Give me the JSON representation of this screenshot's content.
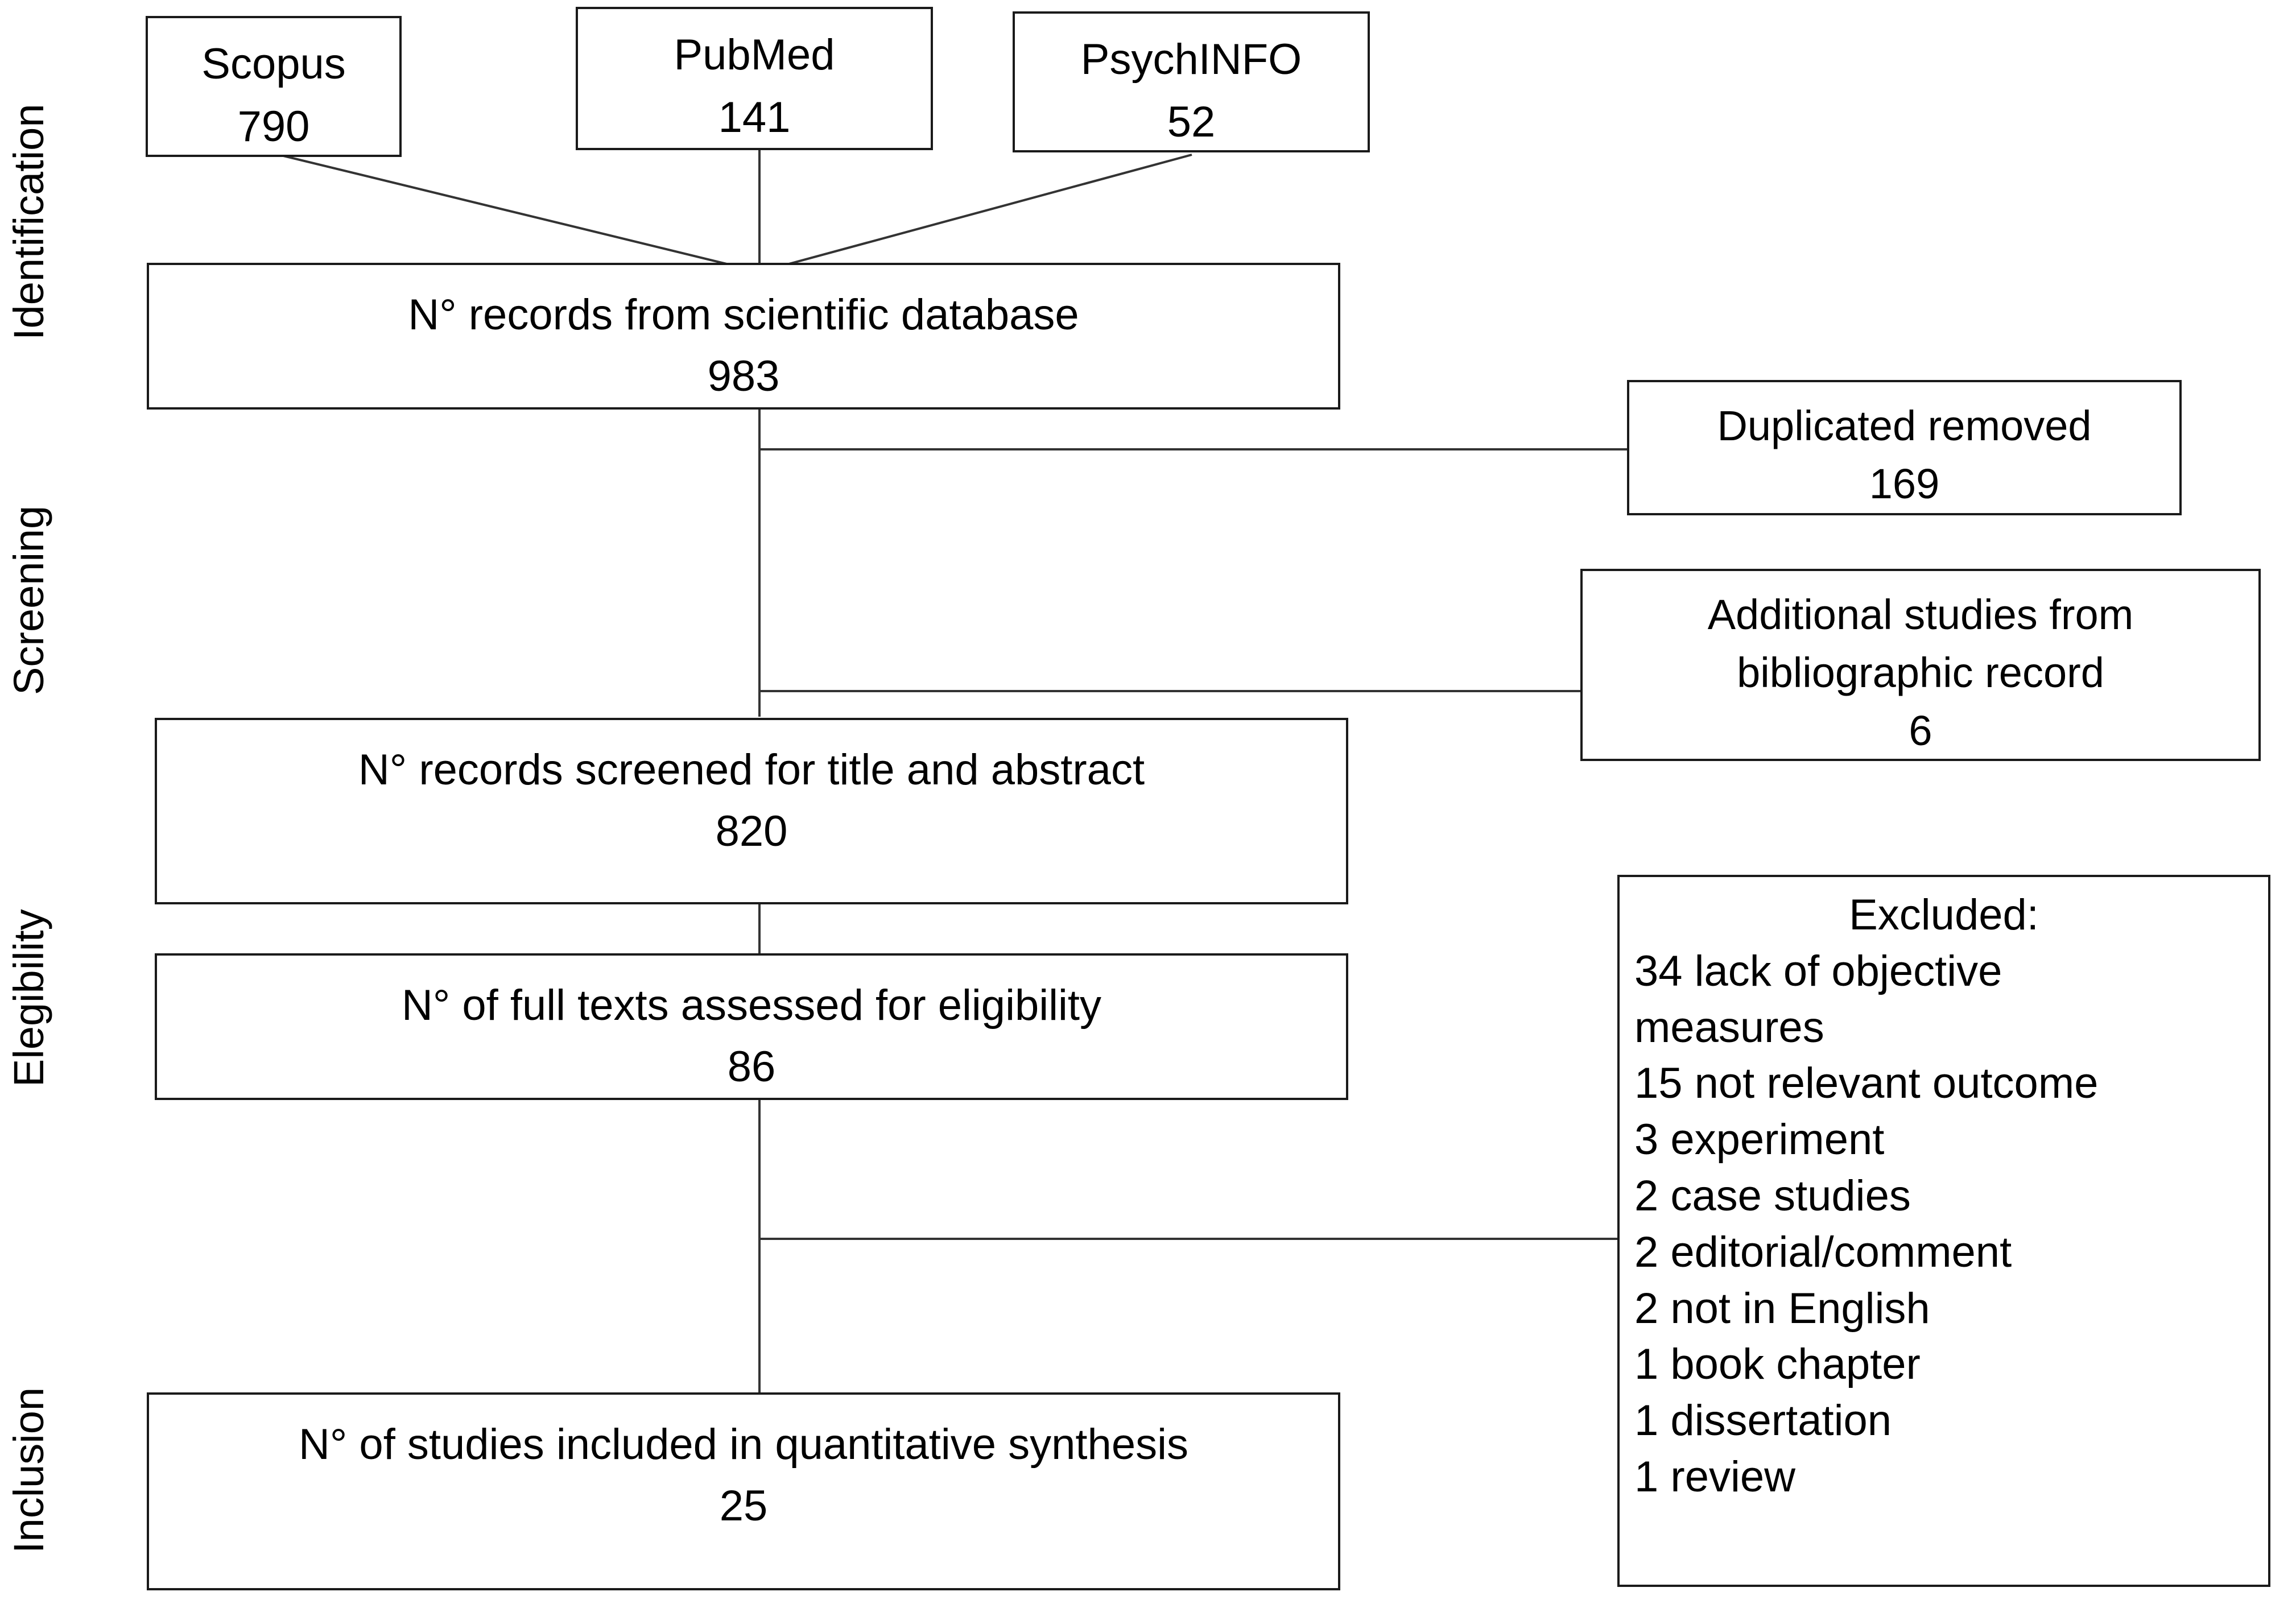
{
  "diagram": {
    "type": "prisma-flow-diagram",
    "stages": [
      {
        "id": "identification",
        "label": "Identification"
      },
      {
        "id": "screening",
        "label": "Screening"
      },
      {
        "id": "eligibility",
        "label": "Elegibility"
      },
      {
        "id": "inclusion",
        "label": "Inclusion"
      }
    ],
    "sources": [
      {
        "id": "scopus",
        "name": "Scopus",
        "count": "790"
      },
      {
        "id": "pubmed",
        "name": "PubMed",
        "count": "141"
      },
      {
        "id": "psychinfo",
        "name": "PsychINFO",
        "count": "52"
      }
    ],
    "flow": {
      "records_identified": {
        "label": "N° records from scientific database",
        "count": "983"
      },
      "records_screened": {
        "label": "N° records screened for title and abstract",
        "count": "820"
      },
      "full_texts_assessed": {
        "label": "N° of full texts assessed for eligibility",
        "count": "86"
      },
      "studies_included": {
        "label": "N° of studies included in quantitative synthesis",
        "count": "25"
      }
    },
    "side_notes": {
      "duplicates_removed": {
        "label": "Duplicated removed",
        "count": "169"
      },
      "additional_studies": {
        "label_line1": "Additional studies from",
        "label_line2": "bibliographic record",
        "count": "6"
      }
    },
    "excluded": {
      "header": "Excluded:",
      "items": [
        "34 lack of objective",
        "measures",
        "15 not relevant outcome",
        "3 experiment",
        "2 case studies",
        "2 editorial/comment",
        "2 not in English",
        "1 book chapter",
        "1 dissertation",
        "1 review"
      ]
    },
    "colors": {
      "background": "#ffffff",
      "box_border": "#1a1a1a",
      "connector": "#333333",
      "text": "#000000"
    }
  }
}
